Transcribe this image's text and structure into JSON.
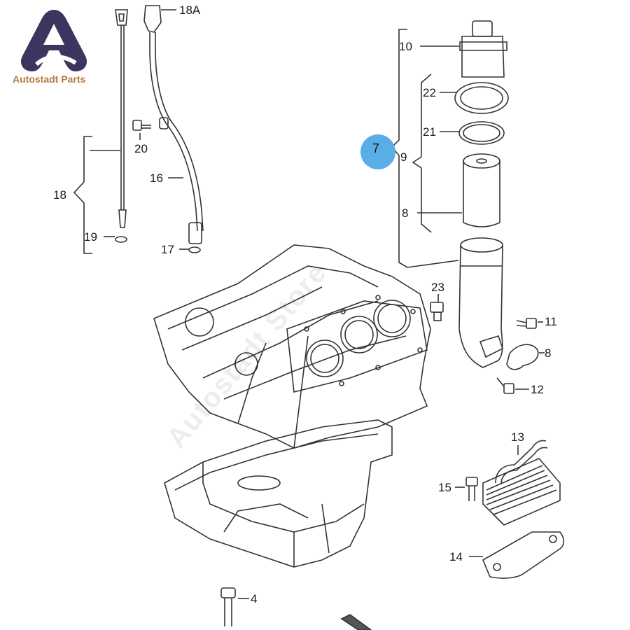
{
  "brand": {
    "name": "Autostadt Parts",
    "logo_color": "#3d3460",
    "text_color": "#b8773a"
  },
  "watermark": {
    "text": "Autostadt Store"
  },
  "highlight": {
    "color": "#5aaee6",
    "label": "7"
  },
  "callouts": [
    {
      "id": "18A",
      "text": "18A"
    },
    {
      "id": "20",
      "text": "20"
    },
    {
      "id": "16",
      "text": "16"
    },
    {
      "id": "18",
      "text": "18"
    },
    {
      "id": "19",
      "text": "19"
    },
    {
      "id": "17",
      "text": "17"
    },
    {
      "id": "10",
      "text": "10"
    },
    {
      "id": "22",
      "text": "22"
    },
    {
      "id": "21",
      "text": "21"
    },
    {
      "id": "9",
      "text": "9"
    },
    {
      "id": "8a",
      "text": "8"
    },
    {
      "id": "23",
      "text": "23"
    },
    {
      "id": "11",
      "text": "11"
    },
    {
      "id": "8b",
      "text": "8"
    },
    {
      "id": "12",
      "text": "12"
    },
    {
      "id": "13",
      "text": "13"
    },
    {
      "id": "15",
      "text": "15"
    },
    {
      "id": "14",
      "text": "14"
    },
    {
      "id": "4",
      "text": "4"
    }
  ]
}
